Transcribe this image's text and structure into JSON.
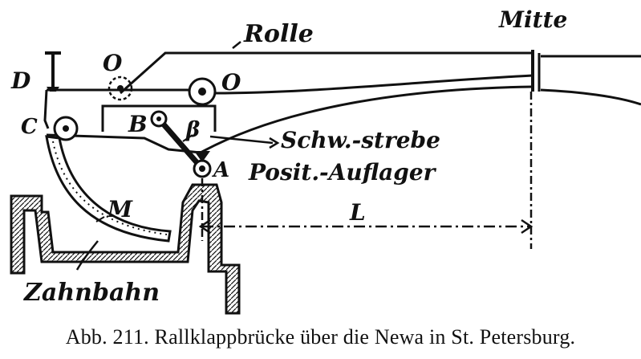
{
  "labels": {
    "rolle": "Rolle",
    "mitte": "Mitte",
    "d": "D",
    "o_left": "O",
    "o_right": "O",
    "c": "C",
    "b": "B",
    "beta": "β",
    "schwstrebe": "Schw.-strebe",
    "a": "A",
    "positauflager": "Posit.-Auflager",
    "l": "L",
    "m": "M",
    "zahnbahn": "Zahnbahn"
  },
  "caption": "Abb. 211. Rallklappbrücke über die Newa in St. Petersburg."
}
